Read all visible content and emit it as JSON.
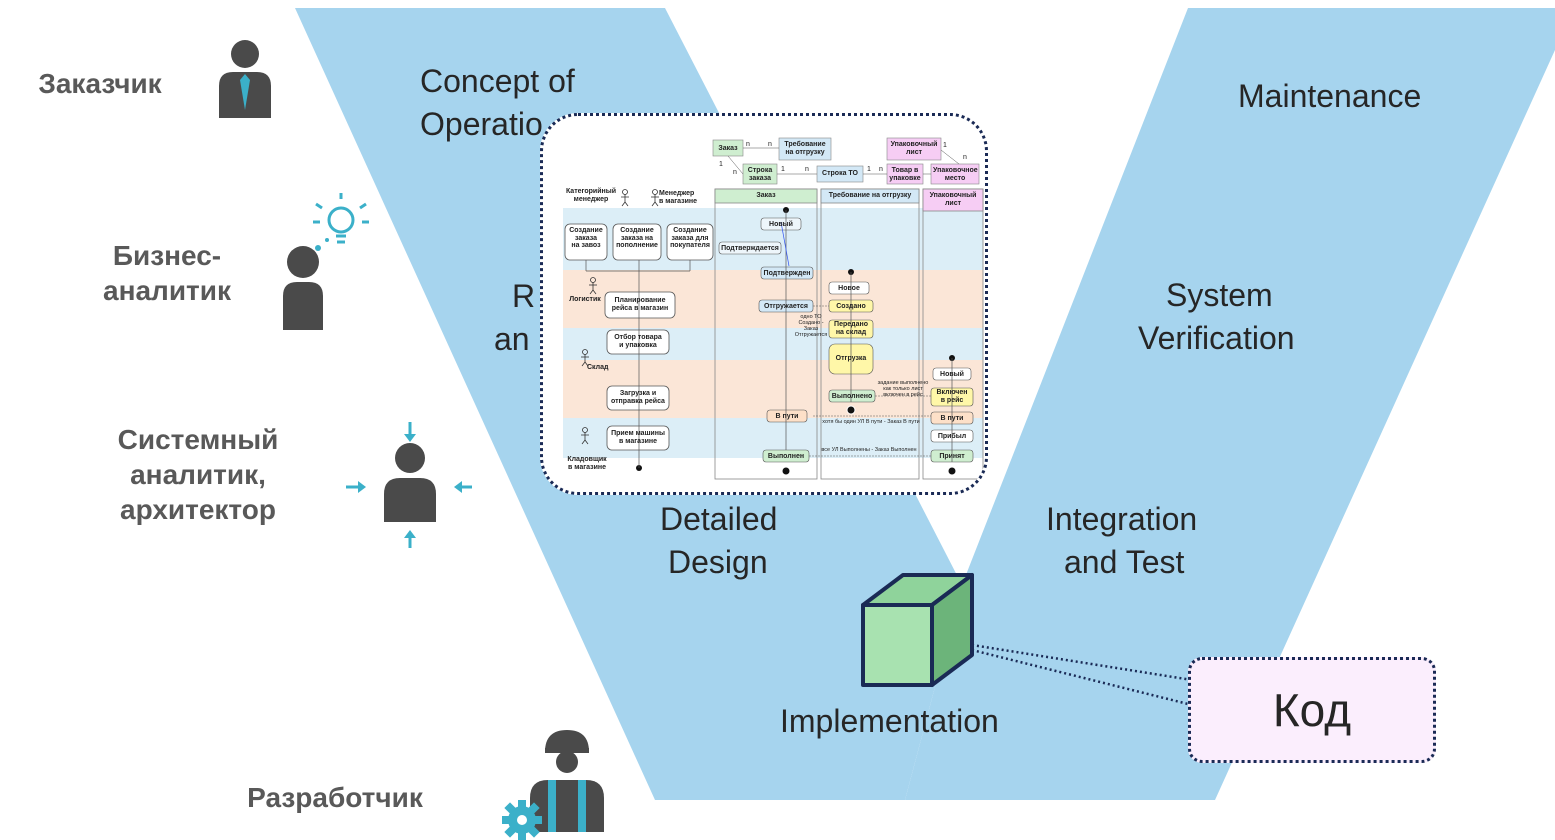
{
  "roles": {
    "customer": "Заказчик",
    "business_analyst": "Бизнес-\nаналитик",
    "system_analyst": "Системный\nаналитик,\nархитектор",
    "developer": "Разработчик"
  },
  "phases": {
    "concept_line1": "Concept of",
    "concept_line2": "Operatio",
    "requirements_line1": "R",
    "requirements_line2": "an",
    "detailed_line1": "Detailed",
    "detailed_line2": "Design",
    "implementation": "Implementation",
    "integration_line1": "Integration",
    "integration_line2": "and Test",
    "verification_line1": "System",
    "verification_line2": "Verification",
    "maintenance": "Maintenance"
  },
  "code_callout": "Код",
  "colors": {
    "v_band": "#a6d4ee",
    "role_text": "#595959",
    "icon_dark": "#4a4a4a",
    "accent_teal": "#3bb0c9",
    "cube_fill": "#a8e2b0",
    "callout_bg": "#fbeefd"
  },
  "inset": {
    "entities": {
      "order": "Заказ",
      "shipment_req": "Требование\nна отгрузку",
      "packing_list": "Упаковочный\nлист",
      "order_line": "Строка\nзаказа",
      "to_line": "Строка ТО",
      "goods_in_pack": "Товар в\nупаковке",
      "pack_place": "Упаковочное\nместо"
    },
    "lanes": {
      "order": "Заказ",
      "shipment_req": "Требование на отгрузку",
      "packing_list": "Упаковочный\nлист"
    },
    "actors": {
      "category_manager": "Категорийный\nменеджер",
      "store_manager": "Менеджер\nв магазине",
      "logistician": "Логистик",
      "warehouse": "Склад",
      "storekeeper": "Кладовщик\nв магазине"
    },
    "activities": {
      "a1": "Создание\nзаказа\nна завоз",
      "a2": "Создание\nзаказа на\nпополнение",
      "a3": "Создание\nзаказа для\nпокупателя",
      "a4": "Планирование\nрейса в магазин",
      "a5": "Отбор товара\nи упаковка",
      "a6": "Загрузка и\nотправка рейса",
      "a7": "Прием машины\nв магазине"
    },
    "order_states": [
      "Новый",
      "Подтверждается",
      "Подтвержден",
      "Отгружается",
      "В пути",
      "Выполнен"
    ],
    "req_states": [
      "Новое",
      "Создано",
      "Передано\nна склад",
      "Отгрузка",
      "Выполнено"
    ],
    "pack_states": [
      "Новый",
      "Включен\nв рейс",
      "В пути",
      "Прибыл",
      "Принят"
    ],
    "notes": {
      "n1": "одно ТО\nСоздано -\nЗаказ\nОтгружается",
      "n2": "задание выполнено\nкак только лист\nвключен в рейс",
      "n3": "хотя бы один УЛ В пути - Заказ В пути",
      "n4": "все УЛ Выполнены - Заказ Выполнен"
    },
    "mult": {
      "one": "1",
      "many": "n"
    }
  }
}
